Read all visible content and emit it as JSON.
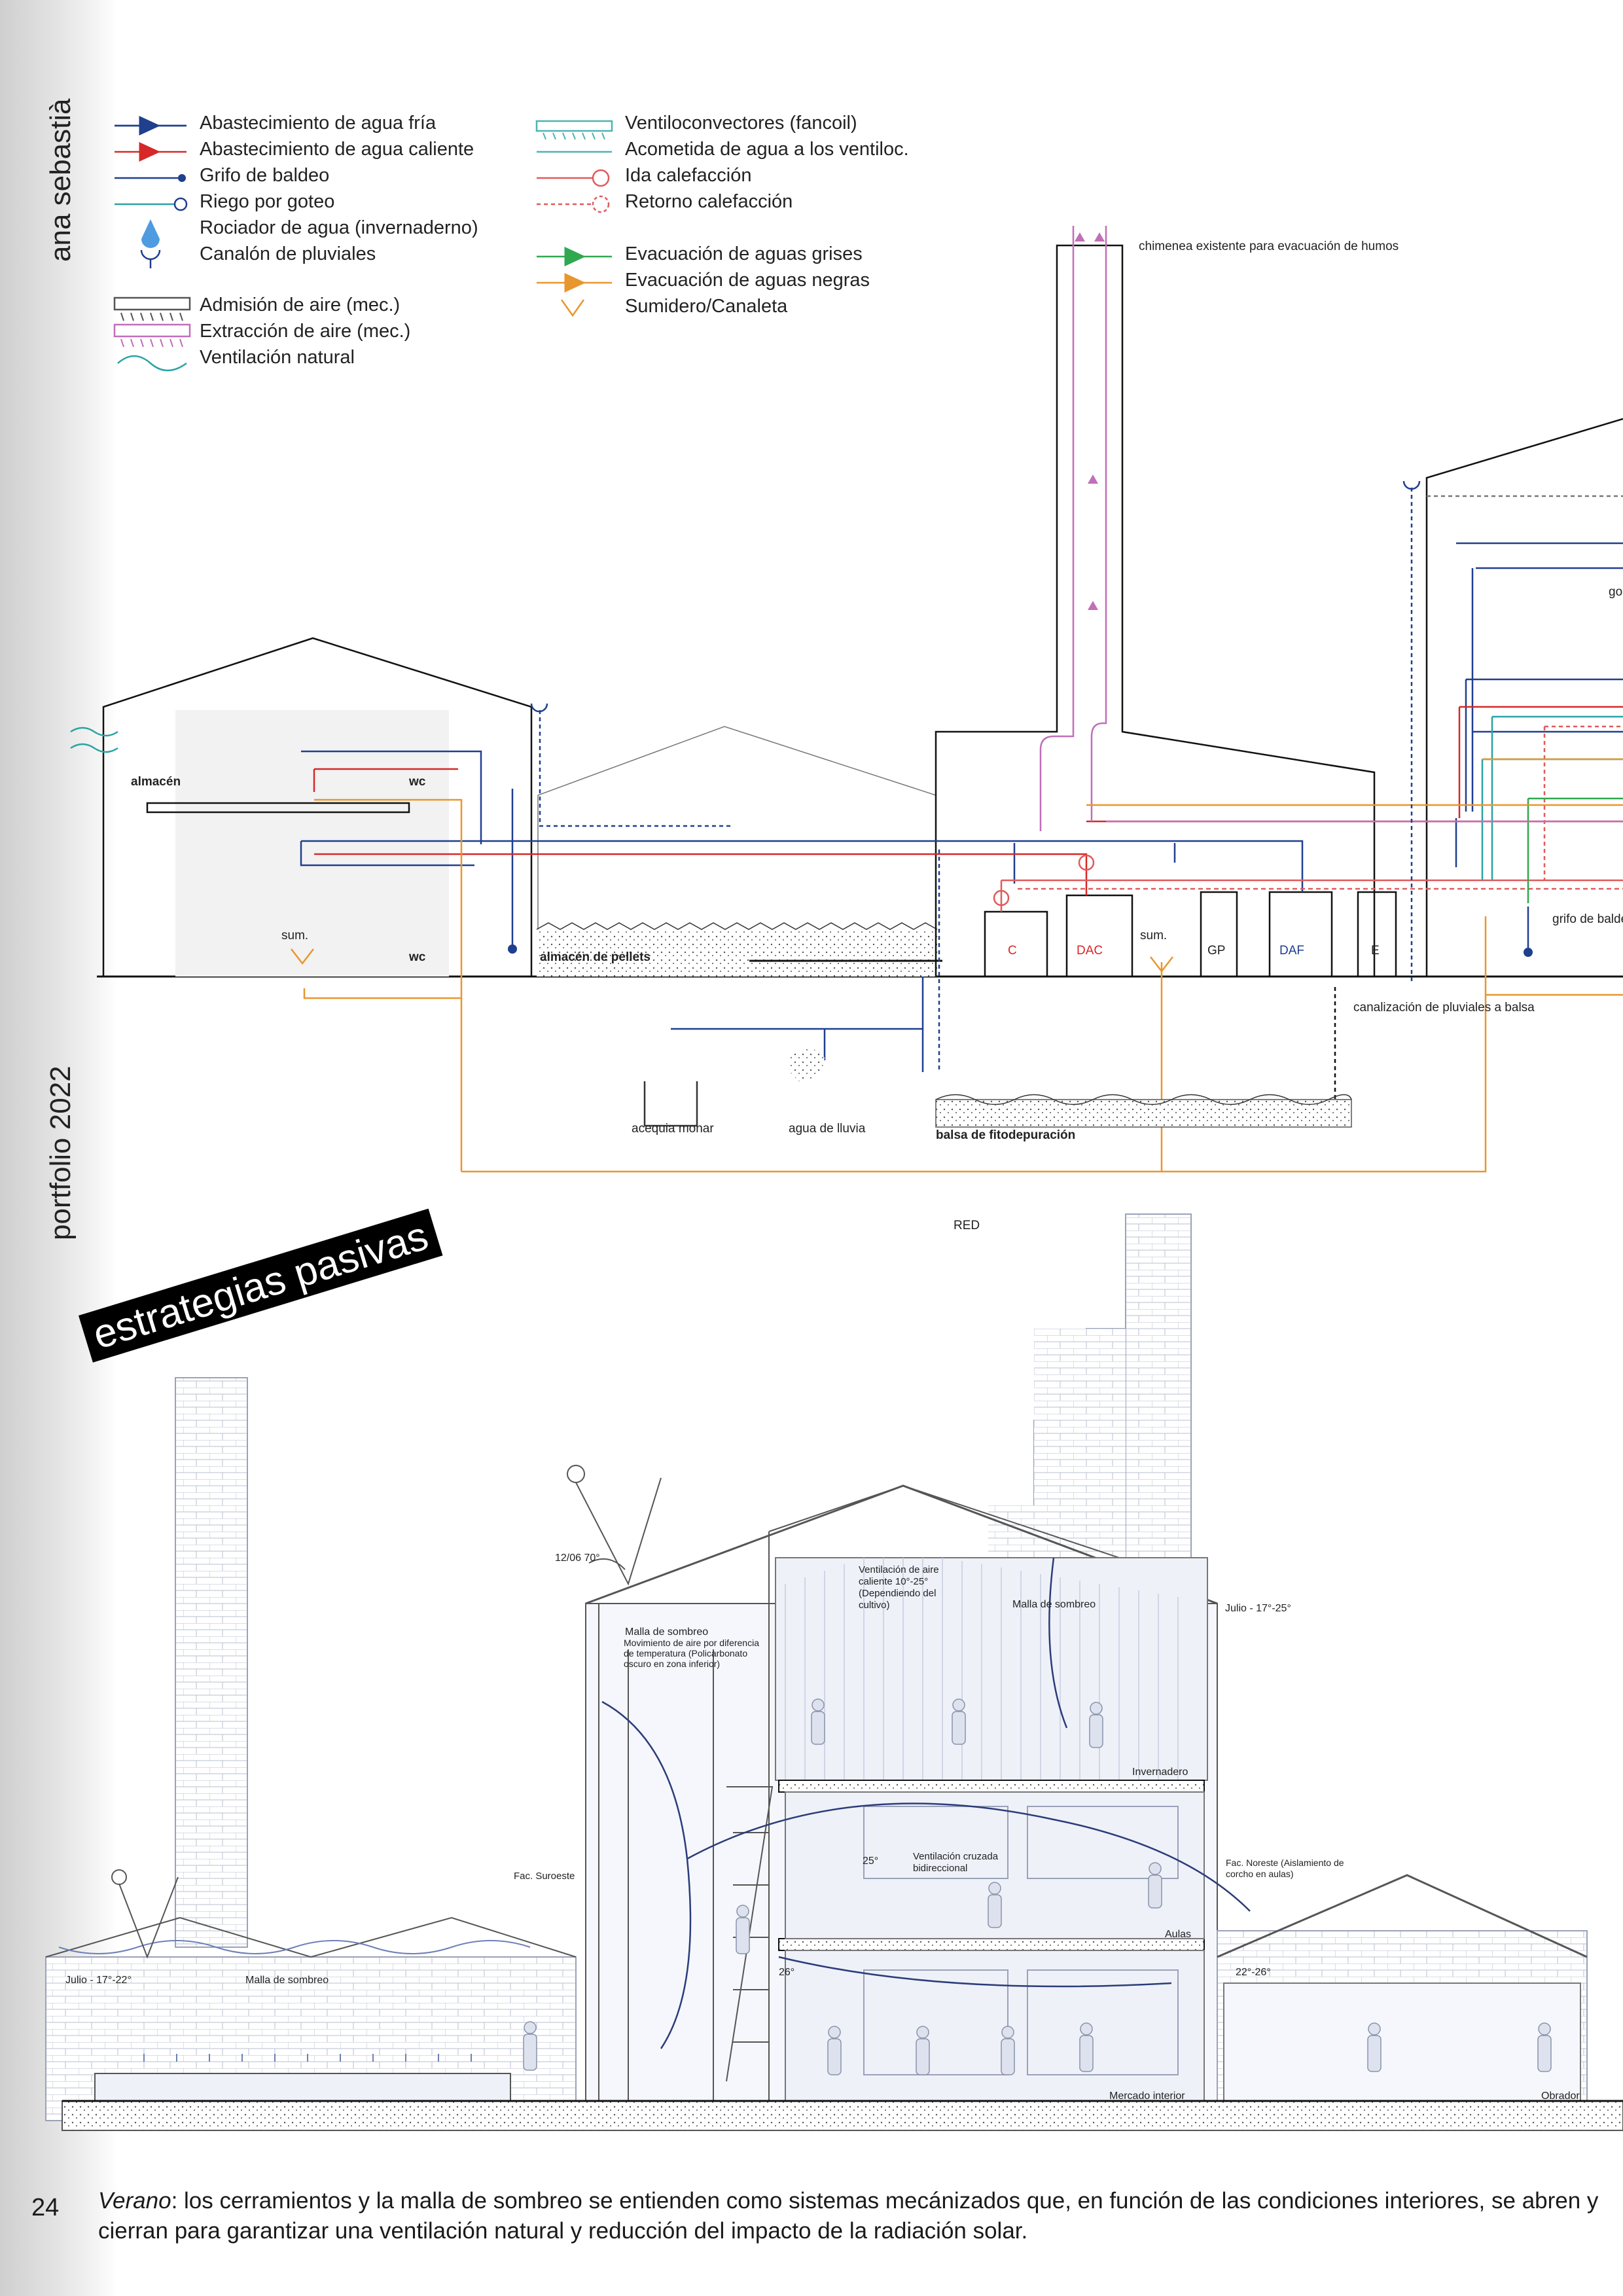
{
  "sidebar": {
    "author": "ana sebastià",
    "portfolio": "portfolio 2022"
  },
  "legend": {
    "left": [
      "Abastecimiento de agua fría",
      "Abastecimiento de agua caliente",
      "Grifo de baldeo",
      "Riego por goteo",
      "Rociador de agua (invernaderno)",
      "Canalón de pluviales",
      "Admisión de aire (mec.)",
      "Extracción de aire (mec.)",
      "Ventilación natural"
    ],
    "right": [
      "Ventiloconvectores (fancoil)",
      "Acometida de agua a los ventiloc.",
      "Ida calefacción",
      "Retorno calefacción",
      "Evacuación de aguas grises",
      "Evacuación de aguas negras",
      "Sumidero/Canaleta"
    ]
  },
  "colors": {
    "cold": "#1f3f8f",
    "hot": "#d62828",
    "drip": "#2aa3a3",
    "heat_return": "#e05a5a",
    "grey_water": "#2fa84f",
    "black_water": "#e8962e",
    "air": "#c06fb8",
    "fancoil": "#4fb3b3"
  },
  "section_top": {
    "labels": {
      "chimney": "chimenea existente para evacuación de humos",
      "almacen": "almacén",
      "wc1": "wc",
      "wc2": "wc",
      "sum1": "sum.",
      "sum2": "sum.",
      "pellets": "almacén de pellets",
      "c": "C",
      "dac": "DAC",
      "gp": "GP",
      "daf": "DAF",
      "e": "E",
      "grifo": "grifo de baldeo",
      "canal": "canalización de pluviales a balsa",
      "acequia": "acequia monar",
      "lluvia": "agua de lluvia",
      "balsa": "balsa de fitodepuración",
      "red": "RED",
      "go": "go"
    }
  },
  "banner": "estrategias pasivas",
  "section_bottom": {
    "labels": {
      "sun": "12/06 70°",
      "malla1": "Malla de sombreo",
      "movimiento": "Movimiento de aire por diferencia de temperatura (Policarbonato oscuro en zona inferior)",
      "ventilacion_caliente": "Ventilación de aire caliente 10°-25° (Dependiendo del cultivo)",
      "malla2": "Malla de sombreo",
      "julio_right": "Julio - 17°-25°",
      "invernadero": "Invernadero",
      "fac_suroeste": "Fac. Suroeste",
      "t25": "25°",
      "ventilacion_cruzada": "Ventilación cruzada bidireccional",
      "fac_noreste": "Fac. Noreste (Aislamiento de corcho en aulas)",
      "aulas": "Aulas",
      "julio_left": "Julio - 17°-22°",
      "malla3": "Malla de sombreo",
      "t26": "26°",
      "t22": "22°-26°",
      "mercado": "Mercado interior",
      "obrador": "Obrador"
    }
  },
  "page_number": "24",
  "caption": {
    "lead": "Verano",
    "body": ": los cerramientos y la malla de sombreo se entienden como sistemas mecánizados que, en función de las condiciones interiores, se abren y cierran para garantizar una ventilación natural y reducción del impacto de la radiación solar."
  }
}
